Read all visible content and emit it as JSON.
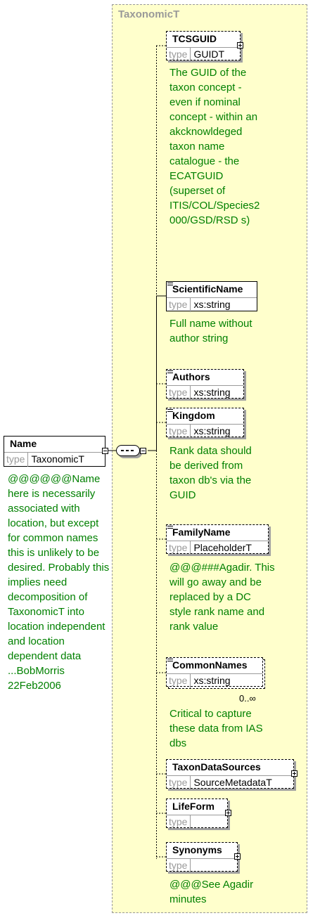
{
  "complex_type": {
    "title": "TaxonomicT"
  },
  "type_label": "type",
  "root": {
    "name": "Name",
    "type": "TaxonomicT",
    "doc": "@@@@@@Name here is necessarily associated with location, but except for common names this is unlikely to be desired. Probably this implies need decomposition of TaxonomicT into location independent and location dependent data ...BobMorris 22Feb2006"
  },
  "children": [
    {
      "name": "TCSGUID",
      "type": "GUIDT",
      "doc": "The GUID of the taxon concept - even if nominal concept - within an akcknowldeged taxon name catalogue - the ECATGUID (superset of ITIS/COL/Species2000/GSD/RSD s)"
    },
    {
      "name": "ScientificName",
      "type": "xs:string",
      "doc": "Full name without author string"
    },
    {
      "name": "Authors",
      "type": "xs:string",
      "doc": ""
    },
    {
      "name": "Kingdom",
      "type": "xs:string",
      "doc": "Rank data should be derived from taxon db's via the GUID"
    },
    {
      "name": "FamilyName",
      "type": "PlaceholderT",
      "doc": "@@@###Agadir. This will go away and be replaced by a DC style rank name and rank value"
    },
    {
      "name": "CommonNames",
      "type": "xs:string",
      "multiplicity": "0..∞",
      "doc": "Critical to capture these data from IAS dbs"
    },
    {
      "name": "TaxonDataSources",
      "type": "SourceMetadataT",
      "doc": ""
    },
    {
      "name": "LifeForm",
      "type": "",
      "doc": ""
    },
    {
      "name": "Synonyms",
      "type": "",
      "doc": "@@@See Agadir minutes"
    }
  ]
}
